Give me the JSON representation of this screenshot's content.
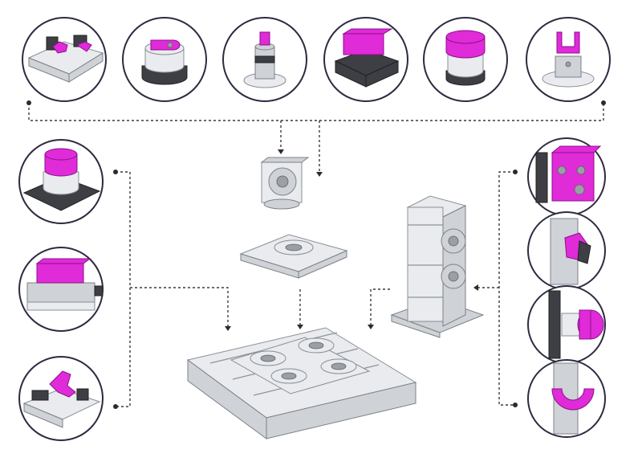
{
  "colors": {
    "accent": "#e02bd8",
    "frame": "#2e2a40",
    "metal": "#cfd2d6",
    "connector": "#3a3a3a"
  },
  "diagram": {
    "top_row": [
      {
        "name": "fixture-plate-with-clamps"
      },
      {
        "name": "chuck-with-magenta-clamp-arm"
      },
      {
        "name": "pin-adapter"
      },
      {
        "name": "chuck-with-magenta-block"
      },
      {
        "name": "chuck-with-magenta-cylinder"
      },
      {
        "name": "gripper-adapter"
      }
    ],
    "left_column": [
      {
        "name": "base-plate-with-magenta-cylinder"
      },
      {
        "name": "vise-with-magenta-block"
      },
      {
        "name": "fixture-with-magenta-clamp"
      }
    ],
    "right_column": [
      {
        "name": "magenta-block-with-bores"
      },
      {
        "name": "side-clamping-fixture"
      },
      {
        "name": "plate-with-magenta-round-part"
      },
      {
        "name": "rail-with-magenta-crescent-part"
      }
    ],
    "center": [
      {
        "name": "vertical-chuck-adapter"
      },
      {
        "name": "single-chuck-pallet"
      },
      {
        "name": "tombstone-column-with-two-chucks"
      },
      {
        "name": "machine-table-with-four-chucks"
      }
    ]
  }
}
